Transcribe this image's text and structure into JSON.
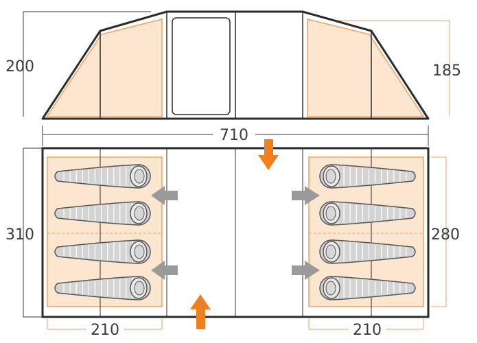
{
  "dimensions": {
    "height_total": "200",
    "height_bedroom": "185",
    "length_total": "710",
    "width_total": "310",
    "width_bedroom": "280",
    "bedroom_left_length": "210",
    "bedroom_right_length": "210"
  },
  "layout": {
    "bedrooms": 2,
    "sleeping_bags_per_bedroom": 4,
    "door_arrows": 2,
    "bedroom_entry_arrows": 4
  },
  "colors": {
    "outline": "#2b2b2b",
    "bedroom_fill": "#fde6cf",
    "bedroom_border": "#f2a25c",
    "dimension_line": "#f2a25c",
    "arrow_door": "#f07f1e",
    "arrow_bedroom": "#9a9a9a",
    "sleeping_bag": "#d4d4d4",
    "sleeping_bag_stroke": "#555555"
  }
}
